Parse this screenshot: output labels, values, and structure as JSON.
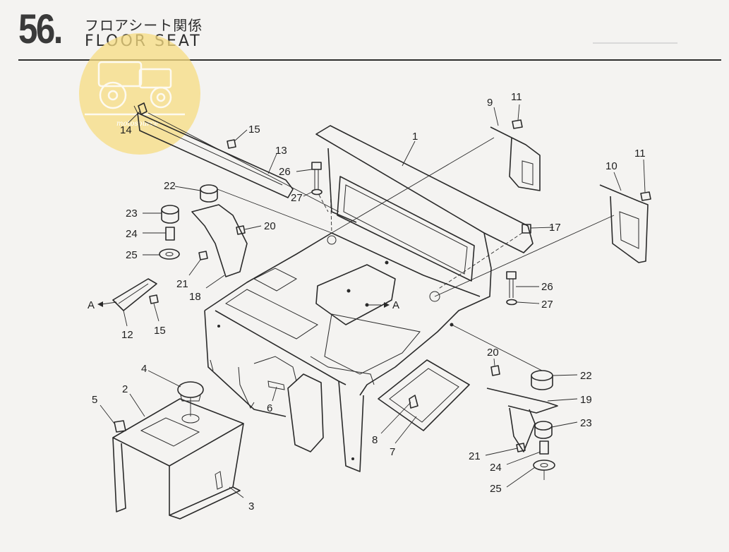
{
  "header": {
    "page_number": "56.",
    "title_jp": "フロアシート関係",
    "title_en": "FLOOR  SEAT"
  },
  "watermark": {
    "text": "motosource",
    "color": "#f6d774",
    "icon": "tractor-icon"
  },
  "callouts": {
    "c1": "1",
    "c2": "2",
    "c3": "3",
    "c4": "4",
    "c5": "5",
    "c6": "6",
    "c7": "7",
    "c8": "8",
    "c9": "9",
    "c10": "10",
    "c11a": "11",
    "c11b": "11",
    "c12": "12",
    "c13": "13",
    "c14": "14",
    "c15a": "15",
    "c15b": "15",
    "c17": "17",
    "c18": "18",
    "c19": "19",
    "c20a": "20",
    "c20b": "20",
    "c21a": "21",
    "c21b": "21",
    "c22a": "22",
    "c22b": "22",
    "c23a": "23",
    "c23b": "23",
    "c24a": "24",
    "c24b": "24",
    "c25a": "25",
    "c25b": "25",
    "c26a": "26",
    "c26b": "26",
    "c27a": "27",
    "c27b": "27",
    "ref_a1": "A",
    "ref_a2": "A"
  },
  "colors": {
    "ink": "#2a2a2a",
    "paper": "#f4f3f1"
  }
}
